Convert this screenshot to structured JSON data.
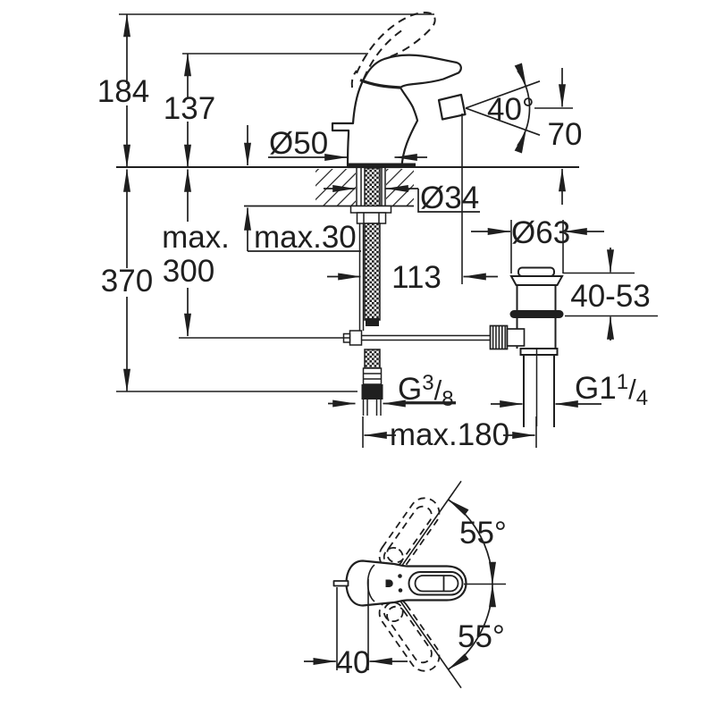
{
  "page": {
    "background": "#ffffff",
    "ink": "#1f1f1f"
  },
  "drawing": {
    "type": "technical dimension drawing, single-lever bidet mixer with pop-up waste",
    "front_view": {
      "dim_184": "184",
      "dim_137": "137",
      "dim_dia50": "Ø50",
      "dim_angle": "40°",
      "dim_70": "70",
      "dim_370": "370",
      "dim_max300_word": "max.",
      "dim_max300_value": "300",
      "dim_max30": "max.30",
      "dim_dia34": "Ø34",
      "dim_113": "113",
      "dim_dia63": "Ø63",
      "dim_40_53": "40-53",
      "thread_supply": {
        "g": "G",
        "num": "3",
        "slash": "/",
        "den": "8"
      },
      "thread_waste": {
        "g": "G1",
        "num": "1",
        "slash": "/",
        "den": "4"
      },
      "dim_max180": "max.180"
    },
    "top_view": {
      "dim_swing_upper": "55°",
      "dim_swing_lower": "55°",
      "dim_rod_offset": "40"
    }
  }
}
